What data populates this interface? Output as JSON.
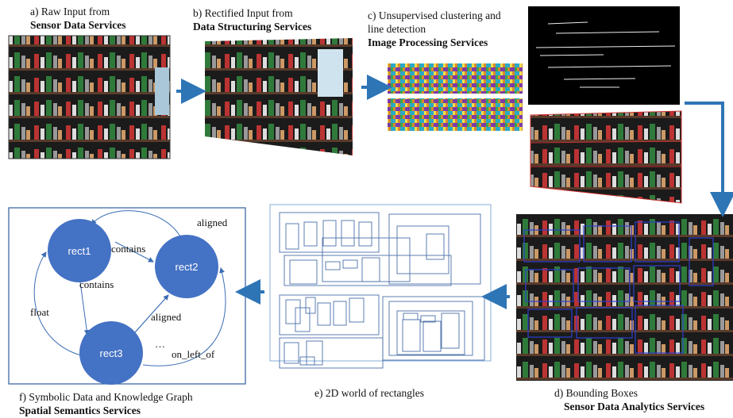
{
  "captions": {
    "a": {
      "line1": "a) Raw Input from",
      "line2": "Sensor Data Services"
    },
    "b": {
      "line1": "b) Rectified Input from",
      "line2": "Data Structuring Services"
    },
    "c": {
      "line1": "c) Unsupervised clustering and",
      "line2": "line detection",
      "line3": "Image Processing Services"
    },
    "d": {
      "line1": "d) Bounding Boxes",
      "line2": "Sensor Data Analytics Services"
    },
    "e": {
      "line1": "e) 2D world of rectangles"
    },
    "f": {
      "line1": "f) Symbolic Data and Knowledge Graph",
      "line2": "Spatial Semantics Services"
    }
  },
  "graph": {
    "nodes": {
      "rect1": "rect1",
      "rect2": "rect2",
      "rect3": "rect3"
    },
    "edges": {
      "contains_12": "contains",
      "contains_13": "contains",
      "aligned_top": "aligned",
      "aligned_23": "aligned",
      "float": "float",
      "on_left_of": "on_left_of",
      "ellipsis": "…"
    }
  },
  "colors": {
    "arrow": "#2e75b6",
    "node": "#4472c4",
    "frame": "#7aa6d6",
    "shelf_bg": "#1b1b1b",
    "bbox": "#2f3fd0"
  }
}
